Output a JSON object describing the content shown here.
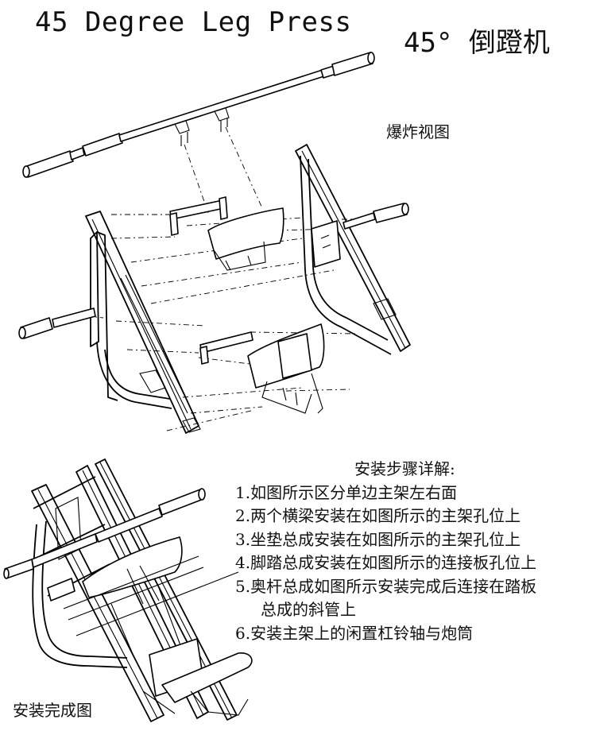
{
  "title": {
    "english": "45 Degree Leg Press",
    "chinese": "45° 倒蹬机"
  },
  "labels": {
    "exploded_view": "爆炸视图",
    "assembled_view": "安装完成图"
  },
  "instructions": {
    "heading": "安装步骤详解:",
    "steps": [
      "1.如图所示区分单边主架左右面",
      "2.两个横梁安装在如图所示的主架孔位上",
      "3.坐垫总成安装在如图所示的主架孔位上",
      "4.脚踏总成安装在如图所示的连接板孔位上",
      "5.奥杆总成如图所示安装完成后连接在踏板",
      "总成的斜管上",
      "6.安装主架上的闲置杠铃轴与炮筒"
    ]
  }
}
